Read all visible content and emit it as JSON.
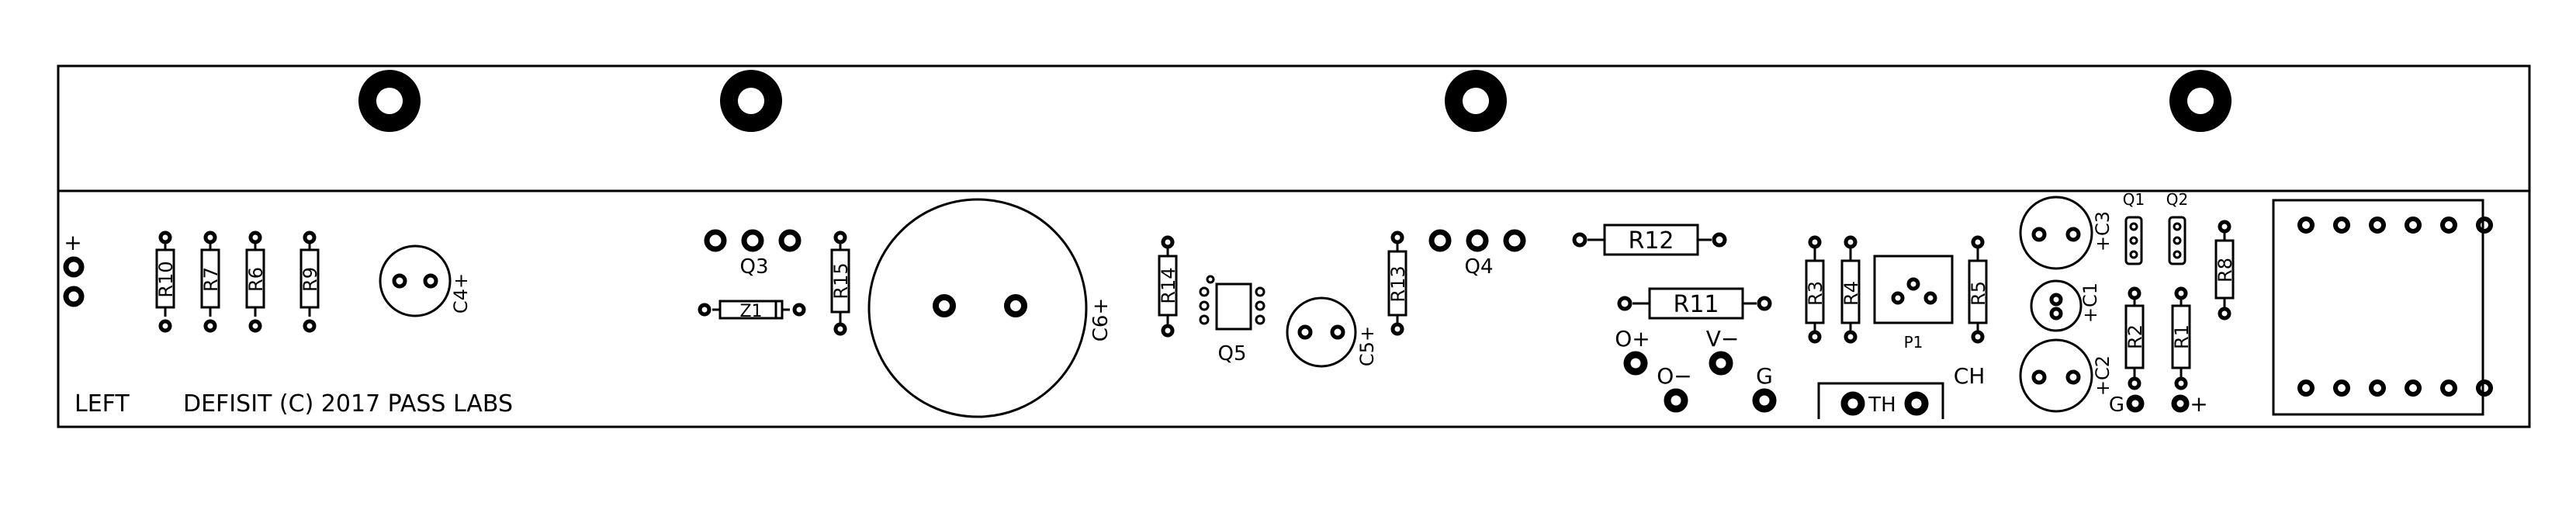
{
  "board": {
    "footer_left": "LEFT",
    "footer_title": "DEFISIT (C) 2017 PASS LABS"
  },
  "labels": {
    "plus_top": "+",
    "r10": "R10",
    "r7": "R7",
    "r6": "R6",
    "r9": "R9",
    "c4": "C4+",
    "q3": "Q3",
    "z1": "Z1",
    "r15": "R15",
    "c6": "C6+",
    "r14": "R14",
    "q5": "Q5",
    "c5": "C5+",
    "r13": "R13",
    "q4": "Q4",
    "r12": "R12",
    "r11": "R11",
    "o_plus": "O+",
    "v_minus": "V−",
    "o_minus": "O−",
    "g_mid": "G",
    "r3": "R3",
    "r4": "R4",
    "p1": "P1",
    "r5": "R5",
    "th": "TH",
    "ch": "CH",
    "c3": "+C3",
    "c1": "+C1",
    "c2": "+C2",
    "q1": "Q1",
    "q2": "Q2",
    "r2": "R2",
    "r1": "R1",
    "r8": "R8",
    "g_right": "G",
    "plus_right": "+"
  }
}
